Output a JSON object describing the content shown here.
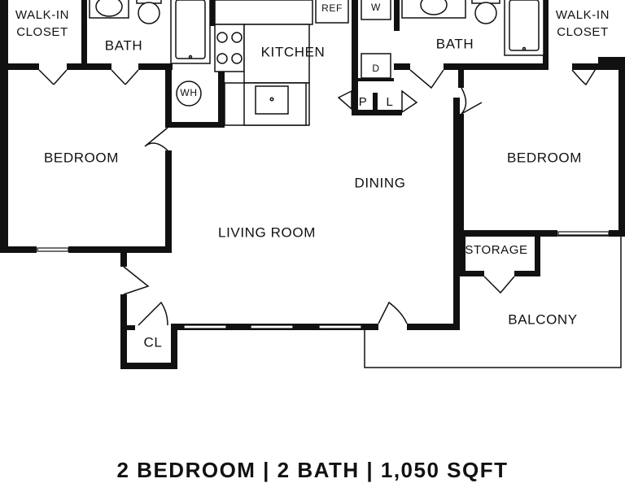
{
  "rooms": {
    "walk_in_closet_left": [
      "WALK-IN",
      "CLOSET"
    ],
    "bath_left": "BATH",
    "kitchen": "KITCHEN",
    "ref": "REF",
    "washer": "W",
    "dryer": "D",
    "pantry": "P",
    "linen": "L",
    "water_heater": "WH",
    "bath_right": "BATH",
    "walk_in_closet_right": [
      "WALK-IN",
      "CLOSET"
    ],
    "bedroom_left": "BEDROOM",
    "dining": "DINING",
    "bedroom_right": "BEDROOM",
    "living_room": "LIVING ROOM",
    "storage": "STORAGE",
    "balcony": "BALCONY",
    "closet": "CL"
  },
  "footer": {
    "summary": "2 BEDROOM | 2 BATH | 1,050 SQFT"
  }
}
